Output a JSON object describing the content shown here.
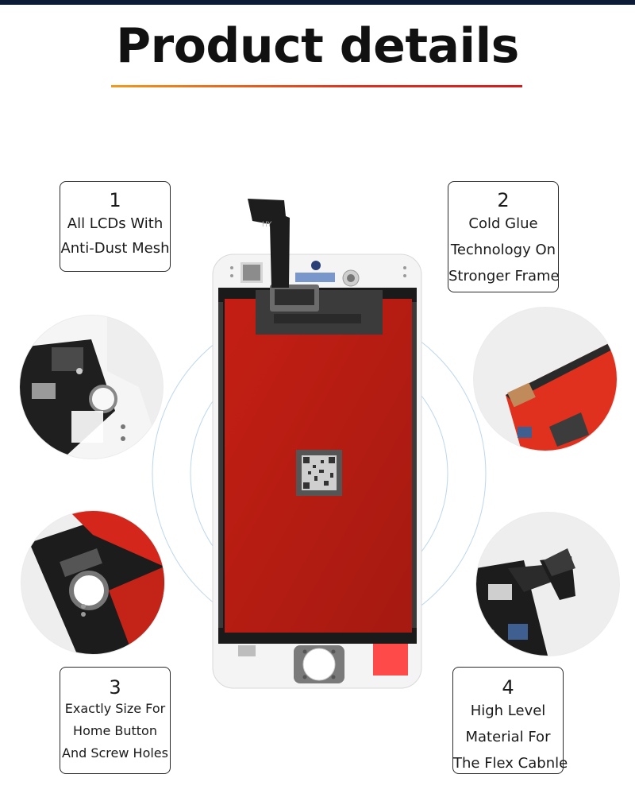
{
  "header": {
    "title": "Product details",
    "accent_colors": [
      "#f29a1c",
      "#d51b1b"
    ]
  },
  "features": [
    {
      "number": "1",
      "lines": [
        "All LCDs With",
        "Anti-Dust Mesh"
      ]
    },
    {
      "number": "2",
      "lines": [
        "Cold Glue",
        "Technology On",
        "Stronger Frame"
      ]
    },
    {
      "number": "3",
      "lines": [
        "Exactly Size For",
        "Home Button",
        "And Screw Holes"
      ]
    },
    {
      "number": "4",
      "lines": [
        "High Level",
        "Material For",
        "The Flex Cabnle"
      ]
    }
  ],
  "product": {
    "flex_label": "HY",
    "panel_color": "#c81f14",
    "bezel_color": "#f4f4f4"
  },
  "icons": [
    "top-left-detail-photo",
    "top-right-detail-photo",
    "bottom-left-detail-photo",
    "bottom-right-detail-photo",
    "qr-code-icon"
  ]
}
